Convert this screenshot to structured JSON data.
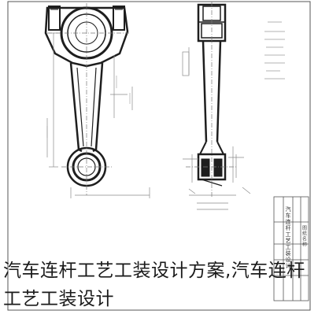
{
  "caption": "汽车连杆工艺工装设计方案,汽车连杆工艺工装设计",
  "title_block": {
    "vertical_label": "汽车连杆工艺工装设计",
    "vertical_label_2": "图纸名称"
  },
  "colors": {
    "ink": "#1e1e1e",
    "line": "#3a3a3a",
    "dim": "#8a8a8a",
    "background": "#ffffff",
    "caption_text": "#1a1a1a"
  }
}
